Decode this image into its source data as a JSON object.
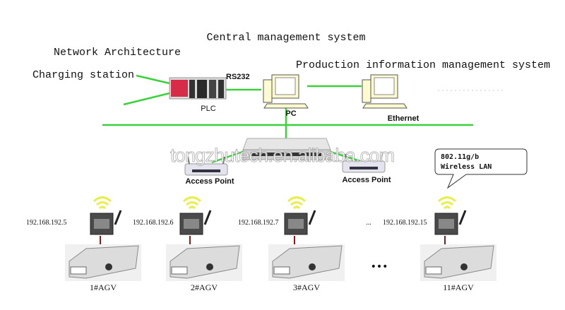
{
  "labels": {
    "central": "Central management system",
    "network": "Network Architecture",
    "charging": "Charging station",
    "production": "Production information management system",
    "rs232": "RS232",
    "plc": "PLC",
    "pc": "PC",
    "ethernet": "Ethernet",
    "access_point_left": "Access Point",
    "access_point_right": "Access Point",
    "callout_line1": "802.11g/b",
    "callout_line2": "Wireless LAN",
    "watermark": "tongzhutech.en.alibaba.com",
    "ellipsis_ip": "...",
    "ellipsis_agv": "•••"
  },
  "nodes": [
    {
      "ip": "192.168.192.5",
      "agv": "1#AGV"
    },
    {
      "ip": "192.168.192.6",
      "agv": "2#AGV"
    },
    {
      "ip": "192.168.192.7",
      "agv": "3#AGV"
    },
    {
      "ip": "192.168.192.15",
      "agv": "11#AGV"
    }
  ],
  "colors": {
    "link": "#3ad13a",
    "wifi": "#e9ef4a",
    "serial": "#8b1a1a"
  }
}
